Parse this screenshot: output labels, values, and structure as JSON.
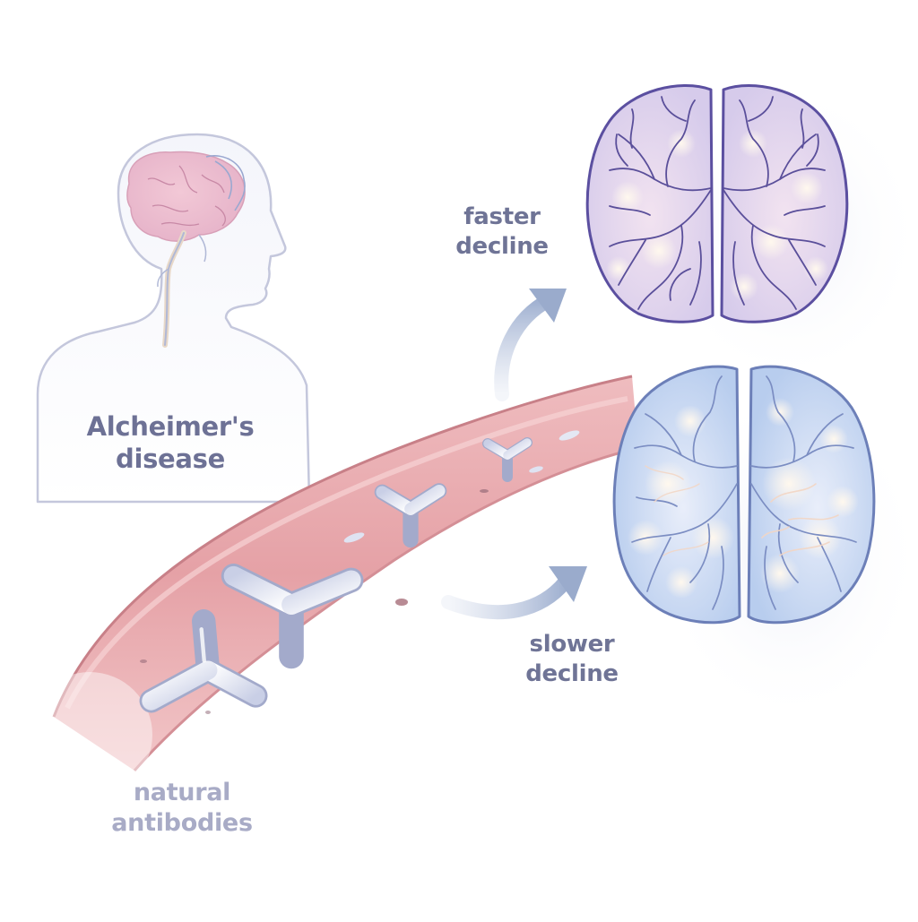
{
  "labels": {
    "disease": [
      "Alcheimer's",
      "disease"
    ],
    "faster": [
      "faster",
      "decline"
    ],
    "slower": [
      "slower",
      "decline"
    ],
    "antibodies": [
      "natural",
      "antibodies"
    ]
  },
  "colors": {
    "vessel": "#e7a4a8",
    "vessel_edge": "#c97a82",
    "brain_faster": "#ddd3ee",
    "brain_faster_veins": "#5a4f9a",
    "brain_slower": "#c3d5f0",
    "brain_slower_veins": "#7a8cc0",
    "text": "#6e7292",
    "text_light": "#a8abc6",
    "arrow": "#a9b6d2"
  },
  "icons": [
    "human-silhouette-icon",
    "brain-icon",
    "blood-vessel-icon",
    "y-antibody-icon",
    "curved-arrow-icon"
  ]
}
